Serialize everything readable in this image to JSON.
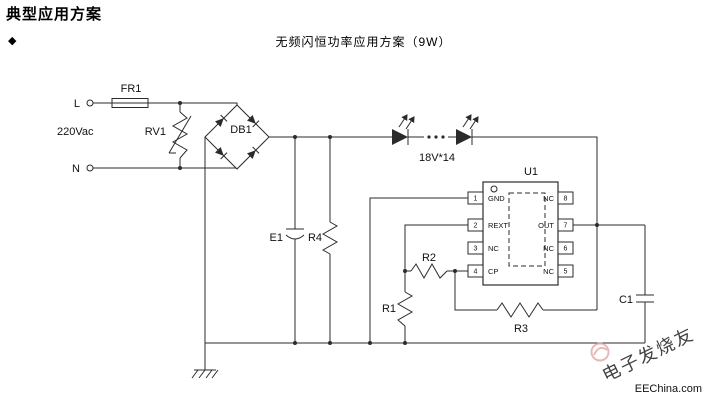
{
  "page": {
    "heading": "典型应用方案",
    "bullet": "◆",
    "caption": "无频闪恒功率应用方案（9W）"
  },
  "circuit": {
    "labels": {
      "line": "L",
      "neutral": "N",
      "voltage": "220Vac",
      "fuse": "FR1",
      "varistor": "RV1",
      "bridge": "DB1",
      "bulk_cap": "E1",
      "r4": "R4",
      "led_string": "18V*14",
      "r1": "R1",
      "r2": "R2",
      "r3": "R3",
      "c1": "C1"
    },
    "ic": {
      "name": "U1",
      "left_pins": [
        {
          "num": "1",
          "label": "GND"
        },
        {
          "num": "2",
          "label": "REXT"
        },
        {
          "num": "3",
          "label": "NC"
        },
        {
          "num": "4",
          "label": "CP"
        }
      ],
      "right_pins": [
        {
          "num": "8",
          "label": "NC"
        },
        {
          "num": "7",
          "label": "OUT"
        },
        {
          "num": "6",
          "label": "NC"
        },
        {
          "num": "5",
          "label": "NC"
        }
      ]
    }
  },
  "watermark": {
    "brand": "电子发烧友",
    "site": "EEChina.com"
  },
  "colors": {
    "wire": "#2b2b2b",
    "watermark_pink": "#d99494",
    "text": "#000000"
  }
}
